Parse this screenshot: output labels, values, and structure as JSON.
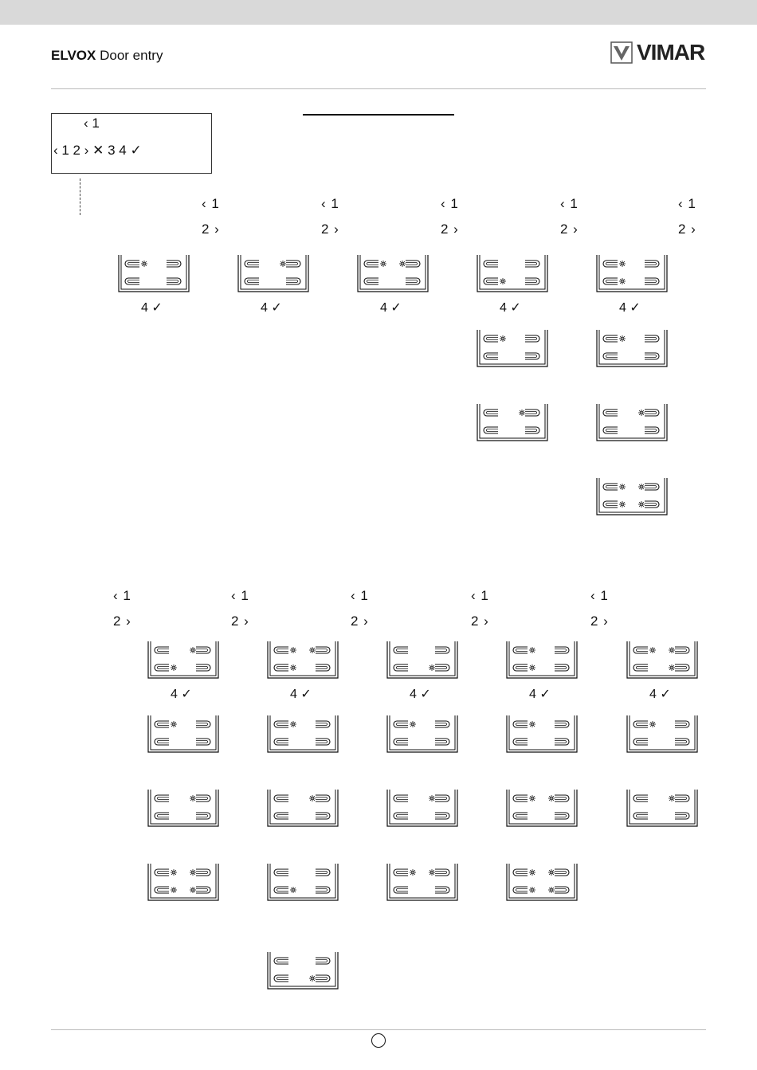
{
  "header": {
    "brand_bold": "ELVOX",
    "brand_rest": "Door entry",
    "logo_text": "VIMAR"
  },
  "legend": {
    "line1": "‹ 1",
    "line2": "‹ 1  2 ›  ✕ 3  4 ✓"
  },
  "labels": {
    "left_arrow_one": "‹ 1",
    "two_right_arrow": "2 ›",
    "four_check": "4 ✓"
  },
  "icons": {
    "logo": "vimar-logo-icon",
    "led": "led-sun-icon"
  },
  "colors": {
    "top_bar": "#d9d9d9",
    "rule": "#bbbbbb",
    "ink": "#111111"
  },
  "tiles": [
    {
      "l": "0",
      "r": "0"
    }
  ]
}
